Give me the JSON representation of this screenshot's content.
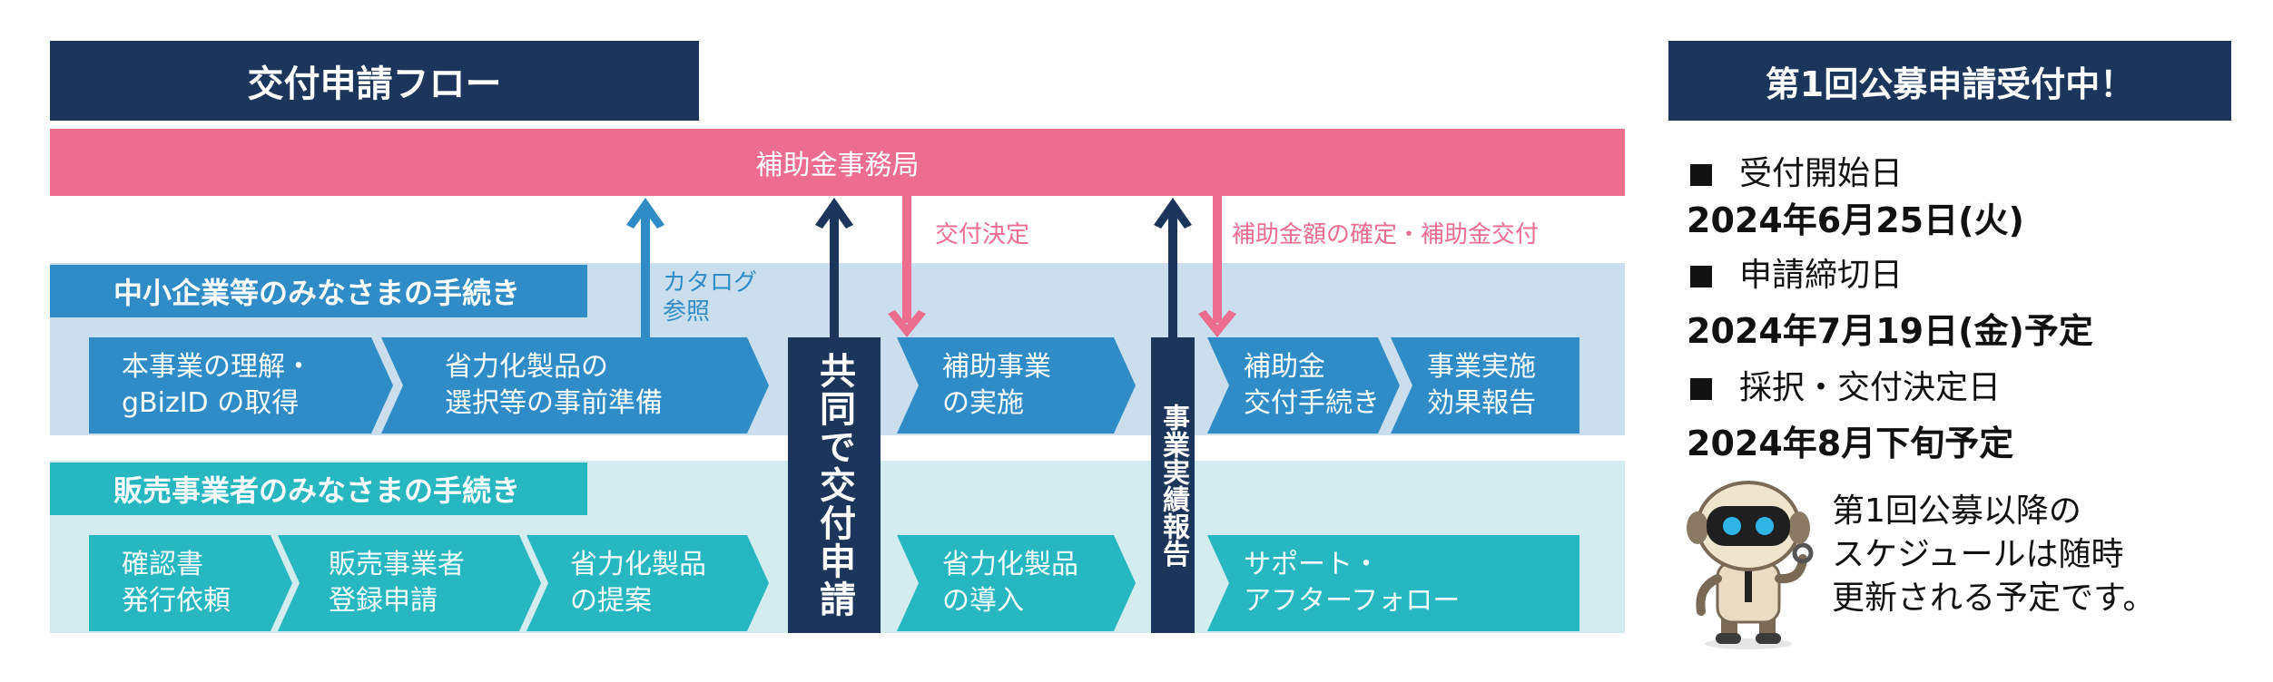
{
  "flow": {
    "title": "交付申請フロー",
    "secretariat": "補助金事務局",
    "annotations": {
      "catalog_line1": "カタログ",
      "catalog_line2": "参照",
      "grant_decision": "交付決定",
      "final_grant": "補助金額の確定・補助金交付"
    },
    "sme": {
      "label": "中小企業等のみなさまの手続き",
      "steps": [
        {
          "line1": "本事業の理解・",
          "line2": "gBizID の取得"
        },
        {
          "line1": "省力化製品の",
          "line2": "選択等の事前準備"
        },
        {
          "line1": "補助事業",
          "line2": "の実施"
        },
        {
          "line1": "補助金",
          "line2": "交付手続き"
        },
        {
          "line1": "事業実施",
          "line2": "効果報告"
        }
      ]
    },
    "vendor": {
      "label": "販売事業者のみなさまの手続き",
      "steps": [
        {
          "line1": "確認書",
          "line2": "発行依頼"
        },
        {
          "line1": "販売事業者",
          "line2": "登録申請"
        },
        {
          "line1": "省力化製品",
          "line2": "の提案"
        },
        {
          "line1": "省力化製品",
          "line2": "の導入"
        },
        {
          "line1": "サポート・",
          "line2": "アフターフォロー"
        }
      ]
    },
    "joint_application": "共同で交付申請",
    "performance_report": "事業実績報告"
  },
  "schedule": {
    "title": "第1回公募申請受付中！",
    "items": [
      {
        "label": "受付開始日",
        "date": "2024年6月25日(火)"
      },
      {
        "label": "申請締切日",
        "date": "2024年7月19日(金)予定"
      },
      {
        "label": "採択・交付決定日",
        "date": "2024年8月下旬予定"
      }
    ],
    "note_line1": "第1回公募以降の",
    "note_line2": "スケジュールは随時",
    "note_line3": "更新される予定です。"
  },
  "colors": {
    "navy": "#1b355b",
    "pink": "#ec6d8e",
    "blue": "#2f8cc6",
    "teal": "#26b7c1"
  },
  "icons": [
    "arrow-up-icon",
    "arrow-down-icon",
    "robot-mascot-icon",
    "bullet-square-icon"
  ]
}
